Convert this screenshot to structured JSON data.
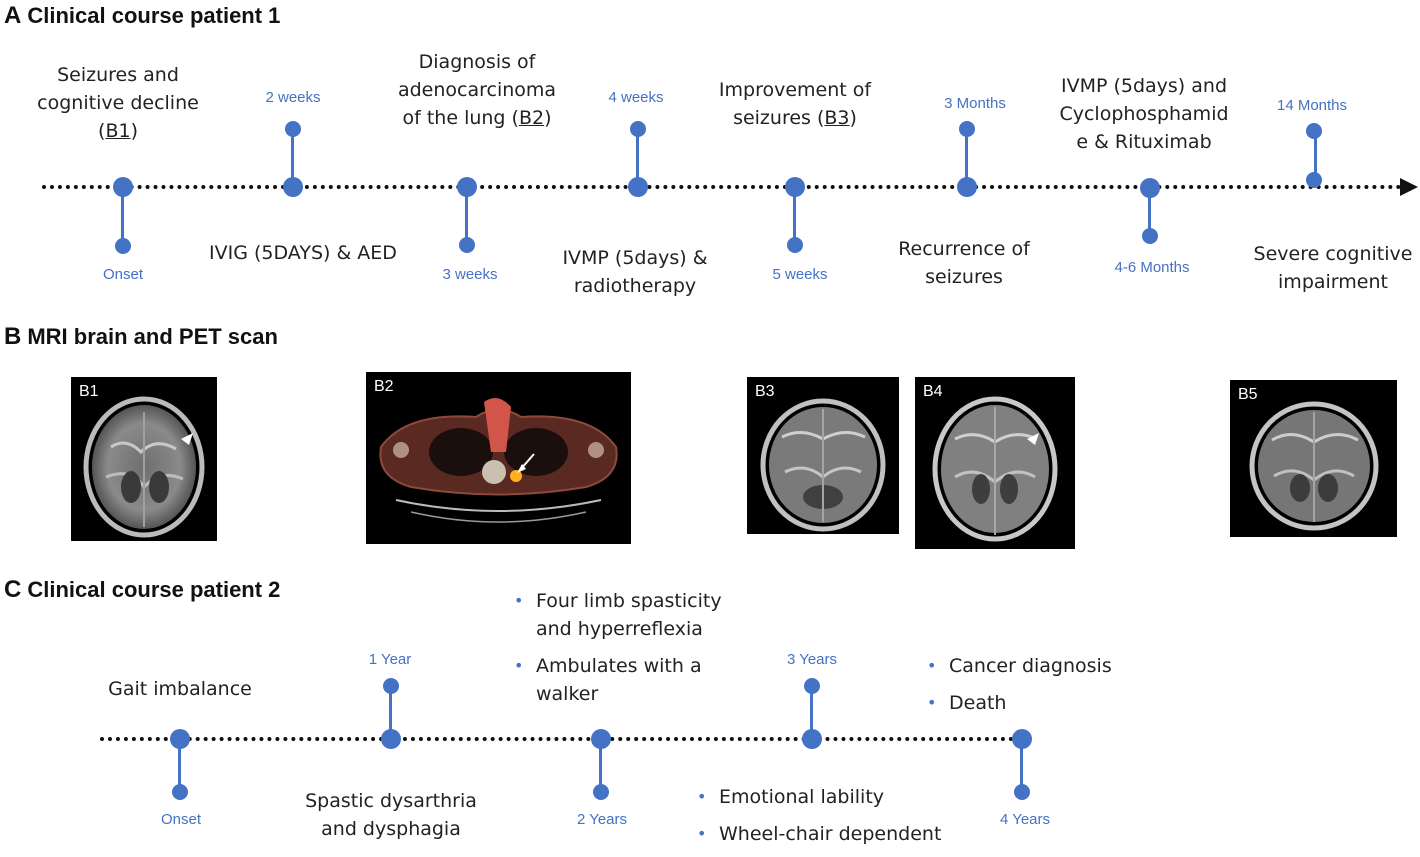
{
  "panel_a": {
    "letter": "A",
    "title": "Clinical  course patient 1",
    "events": {
      "seizures": "Seizures and cognitive decline",
      "seizures_ref": "B1",
      "ivig": "IVIG (5DAYS) & AED",
      "diagnosis": "Diagnosis of adenocarcinoma of the lung",
      "diagnosis_ref": "B2",
      "ivmp1": "IVMP (5days) & radiotherapy",
      "improvement": "Improvement of seizures",
      "improvement_ref": "B3",
      "recurrence": "Recurrence of seizures",
      "ivmp2": "IVMP (5days) and Cyclophosphamid e & Rituximab",
      "severe": "Severe cognitive impairment"
    },
    "times": {
      "onset": "Onset",
      "w2": "2 weeks",
      "w3": "3 weeks",
      "w4": "4 weeks",
      "w5": "5 weeks",
      "m3": "3 Months",
      "m46": "4-6 Months",
      "m14": "14 Months"
    }
  },
  "panel_b": {
    "letter": "B",
    "title": "MRI brain and PET scan",
    "scans": [
      "B1",
      "B2",
      "B3",
      "B4",
      "B5"
    ]
  },
  "panel_c": {
    "letter": "C",
    "title": "Clinical  course patient 2",
    "events": {
      "gait": "Gait imbalance",
      "spastic": "Spastic dysarthria and dysphagia",
      "y2_bullets": [
        "Four limb spasticity and hyperreflexia",
        "Ambulates with a walker"
      ],
      "y3_bullets": [
        "Emotional lability",
        "Wheel-chair dependent"
      ],
      "y4_bullets": [
        "Cancer diagnosis",
        "Death"
      ]
    },
    "times": {
      "onset": "Onset",
      "y1": "1 Year",
      "y2": "2 Years",
      "y3": "3 Years",
      "y4": "4 Years"
    }
  },
  "colors": {
    "accent": "#4472c4",
    "line": "#111111"
  }
}
